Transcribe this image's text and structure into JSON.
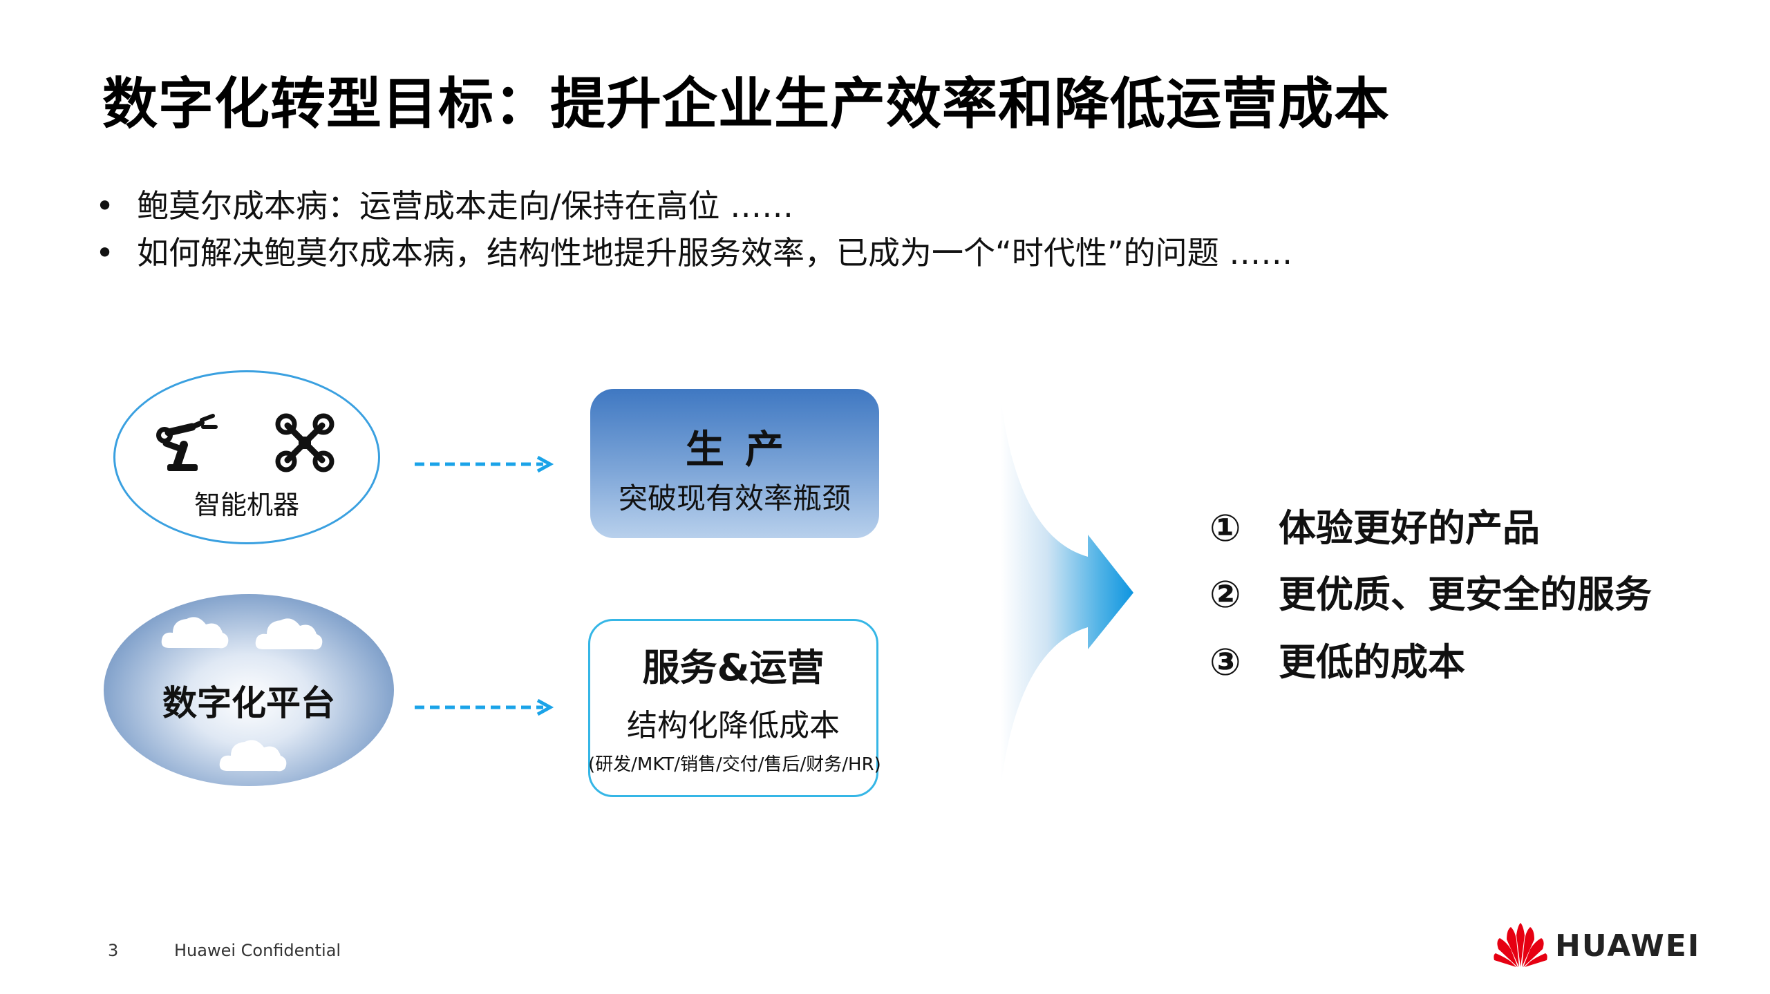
{
  "title": "数字化转型目标：提升企业生产效率和降低运营成本",
  "bullets": [
    "鲍莫尔成本病：运营成本走向/保持在高位 ……",
    "如何解决鲍莫尔成本病，结构性地提升服务效率，已成为一个“时代性”的问题 ……"
  ],
  "bullet_marker": "•",
  "left": {
    "robots_label": "智能机器",
    "platform_label": "数字化平台"
  },
  "production": {
    "title": "生产",
    "subtitle": "突破现有效率瓶颈"
  },
  "service": {
    "title": "服务&运营",
    "subtitle": "结构化降低成本",
    "note": "(研发/MKT/销售/交付/售后/财务/HR)"
  },
  "results": [
    {
      "num": "①",
      "text": "体验更好的产品"
    },
    {
      "num": "②",
      "text": "更优质、更安全的服务"
    },
    {
      "num": "③",
      "text": "更低的成本"
    }
  ],
  "footer": {
    "page": "3",
    "confidential": "Huawei Confidential",
    "logo": "HUAWEI"
  },
  "colors": {
    "accent_blue": "#1aa3e8",
    "box_blue": "#3f78c2",
    "logo_red": "#e60012"
  },
  "icons": [
    "robot-arm-icon",
    "drone-icon",
    "cloud-icon",
    "dashed-arrow-icon",
    "merge-arrow-icon",
    "huawei-logo-icon"
  ]
}
